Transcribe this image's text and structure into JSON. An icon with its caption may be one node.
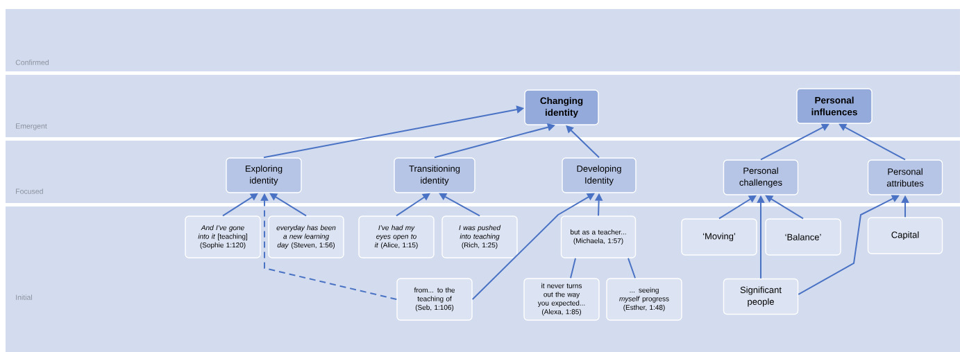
{
  "diagram": {
    "nodes": [
      {
        "text": [
          "Confirmed"
        ]
      },
      {
        "text": [
          "Emergent"
        ]
      },
      {
        "text": [
          "Focused"
        ]
      },
      {
        "text": [
          "Initial"
        ]
      },
      {
        "text": [
          "Changing identity"
        ],
        "in": 1
      },
      {
        "text": [
          "Personal influences"
        ],
        "in": 1
      },
      {
        "text": [
          "Exploring identity"
        ],
        "in": 2
      },
      {
        "text": [
          "Transitioning identity"
        ],
        "in": 2
      },
      {
        "text": [
          "Developing Identity"
        ],
        "in": 2
      },
      {
        "text": [
          "Personal challenges"
        ],
        "in": 2
      },
      {
        "text": [
          "Personal attributes"
        ],
        "in": 2
      },
      {
        "text": [
          "*And I’ve gone into it* [teaching] (Sophie 1:120)"
        ],
        "in": 3
      },
      {
        "text": [
          "*everyday has been a new learning day* (Steven, 1:56)"
        ],
        "in": 3
      },
      {
        "text": [
          "*I’ve had my eyes open to it* (Alice, 1:15)"
        ],
        "in": 3
      },
      {
        "text": [
          "*I was pushed into teaching* (Rich, 1:25)"
        ],
        "in": 3
      },
      {
        "text": [
          "but as a teacher... (Michaela, 1:57)"
        ],
        "in": 3
      },
      {
        "text": [
          "from... to the teaching of (Seb, 1:106)"
        ],
        "in": 3
      },
      {
        "text": [
          "it never turns out the way you expected... (Alexa, 1:85)"
        ],
        "in": 3
      },
      {
        "text": [
          "... seeing *myself* progress (Esther, 1:48)"
        ],
        "in": 3
      },
      {
        "text": [
          "‘Moving’"
        ],
        "in": 3
      },
      {
        "text": [
          "‘Balance’"
        ],
        "in": 3
      },
      {
        "text": [
          "Capital"
        ],
        "in": 3
      },
      {
        "text": [
          "Significant people"
        ],
        "in": 3
      }
    ],
    "edges": [
      {
        "from": 6,
        "to": 4,
        "arrow": "to"
      },
      {
        "from": 7,
        "to": 4,
        "arrow": "to"
      },
      {
        "from": 8,
        "to": 4,
        "arrow": "to"
      },
      {
        "from": 9,
        "to": 5,
        "arrow": "to"
      },
      {
        "from": 10,
        "to": 5,
        "arrow": "to"
      },
      {
        "from": 11,
        "to": 6,
        "arrow": "to"
      },
      {
        "from": 12,
        "to": 6,
        "arrow": "to"
      },
      {
        "from": 16,
        "to": 6,
        "arrow": "to",
        "style": "dashed"
      },
      {
        "from": 13,
        "to": 7,
        "arrow": "to"
      },
      {
        "from": 14,
        "to": 7,
        "arrow": "to"
      },
      {
        "from": 15,
        "to": 8,
        "arrow": "to"
      },
      {
        "from": 16,
        "to": 8,
        "arrow": "to"
      },
      {
        "from": 17,
        "to": 15,
        "arrow": "none"
      },
      {
        "from": 18,
        "to": 15,
        "arrow": "none"
      },
      {
        "from": 19,
        "to": 9,
        "arrow": "to"
      },
      {
        "from": 20,
        "to": 9,
        "arrow": "to"
      },
      {
        "from": 22,
        "to": 9,
        "arrow": "to"
      },
      {
        "from": 21,
        "to": 10,
        "arrow": "to"
      },
      {
        "from": 22,
        "to": 10,
        "arrow": "to"
      }
    ]
  }
}
